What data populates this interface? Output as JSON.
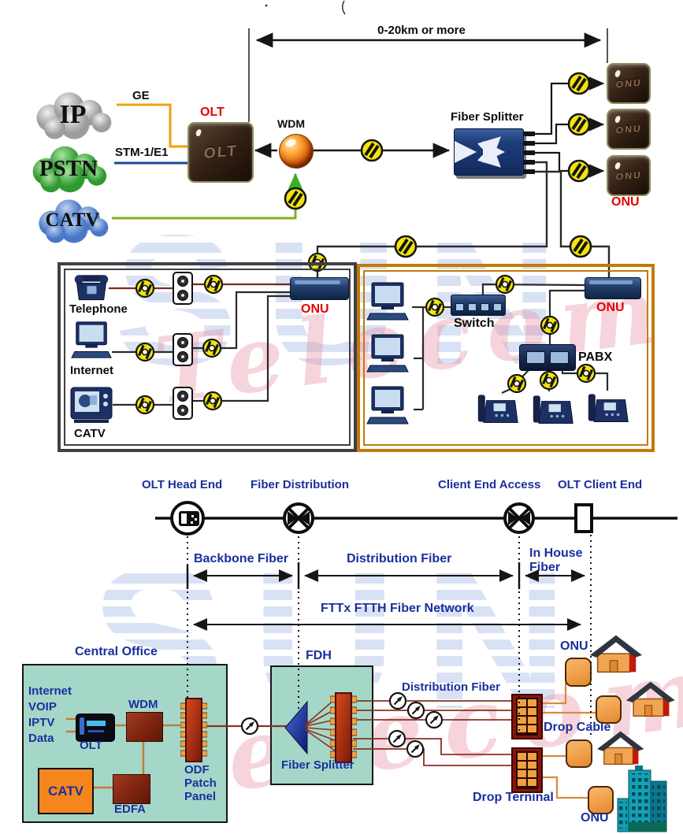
{
  "colors": {
    "navy_label": "#1a2f9e",
    "red_label": "#e60000",
    "yellow_connector": "#f2e40a",
    "splitter_blue": "#1d3c78",
    "teal_box": "#a5d7c8",
    "brick_red": "#7c2410",
    "orange_box": "#f5861e",
    "fiber_line": "#8a3020",
    "drop_line": "#d98a3c"
  },
  "top": {
    "distance_label": "0-20km or more",
    "clouds": [
      {
        "label": "IP"
      },
      {
        "label": "PSTN"
      },
      {
        "label": "CATV"
      }
    ],
    "ge_label": "GE",
    "stm_label": "STM-1/E1",
    "olt_label": "OLT",
    "olt_device_text": "OLT",
    "wdm_label": "WDM",
    "splitter_label": "Fiber Splitter",
    "onu_label": "ONU",
    "onu_device_text": "ONU"
  },
  "lan_left": {
    "devices": [
      {
        "label": "Telephone"
      },
      {
        "label": "Internet"
      },
      {
        "label": "CATV"
      }
    ],
    "onu_label": "ONU"
  },
  "lan_right": {
    "switch_label": "Switch",
    "onu_label": "ONU",
    "pabx_label": "PABX"
  },
  "timeline": {
    "nodes": [
      {
        "label": "OLT Head End"
      },
      {
        "label": "Fiber Distribution"
      },
      {
        "label": "Client End Access"
      },
      {
        "label": "OLT Client End"
      }
    ],
    "spans": [
      {
        "label": "Backbone Fiber"
      },
      {
        "label": "Distribution Fiber"
      },
      {
        "label": "In House Fiber",
        "line1": "In House",
        "line2": "Fiber"
      }
    ],
    "network_label": "FTTx FTTH Fiber Network"
  },
  "bottom": {
    "central_office": {
      "title": "Central Office",
      "services": [
        "Internet",
        "VOIP",
        "IPTV",
        "Data"
      ],
      "olt_label": "OLT",
      "wdm_label": "WDM",
      "catv_label": "CATV",
      "edfa_label": "EDFA",
      "odf_lines": [
        "ODF",
        "Patch",
        "Panel"
      ]
    },
    "fdh": {
      "title": "FDH",
      "splitter_label": "Fiber Splitter"
    },
    "distribution_fiber_label": "Distribution Fiber",
    "drop_cable_label": "Drop Cable",
    "drop_terminal_label": "Drop Terninal",
    "onu_top_label": "ONU",
    "onu_bottom_label": "ONU"
  },
  "watermark": {
    "brand": "SUN",
    "script": "Telecom"
  }
}
